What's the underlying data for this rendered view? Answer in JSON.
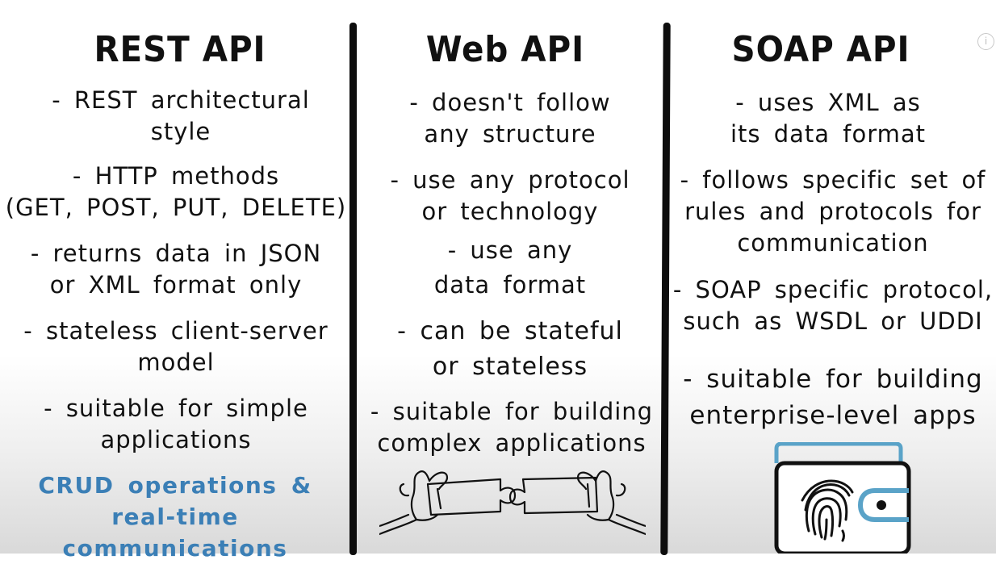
{
  "columns": [
    {
      "title": "REST API",
      "items": [
        [
          "- REST  architectural",
          "style"
        ],
        [
          "- HTTP  methods",
          "(GET, POST, PUT, DELETE)"
        ],
        [
          "- returns  data  in  JSON",
          "or XML format only"
        ],
        [
          "- stateless  client-server",
          "model"
        ],
        [
          "- suitable  for  simple",
          "applications"
        ]
      ],
      "highlight": [
        "CRUD  operations  &",
        "real-time  communications"
      ]
    },
    {
      "title": "Web API",
      "items": [
        [
          "- doesn't  follow",
          "any  structure"
        ],
        [
          "- use  any  protocol",
          "or  technology"
        ],
        [
          "- use  any",
          "data  format"
        ],
        [
          "- can  be  stateful",
          "or  stateless"
        ],
        [
          "- suitable  for  building",
          "complex  applications"
        ]
      ]
    },
    {
      "title": "SOAP API",
      "items": [
        [
          "- uses  XML  as",
          "its  data  format"
        ],
        [
          "- follows  specific  set  of",
          "rules  and  protocols  for",
          "communication"
        ],
        [
          "- SOAP  specific  protocol,",
          "such  as  WSDL  or  UDDI"
        ],
        [
          "- suitable  for  building",
          "enterprise-level  apps"
        ]
      ]
    }
  ],
  "icons": {
    "info": "info-icon",
    "puzzle": "puzzle-hands-icon",
    "wallet": "fingerprint-wallet-icon"
  },
  "colors": {
    "highlight": "#3b7fb6",
    "wallet_accent": "#5aa3c8"
  }
}
